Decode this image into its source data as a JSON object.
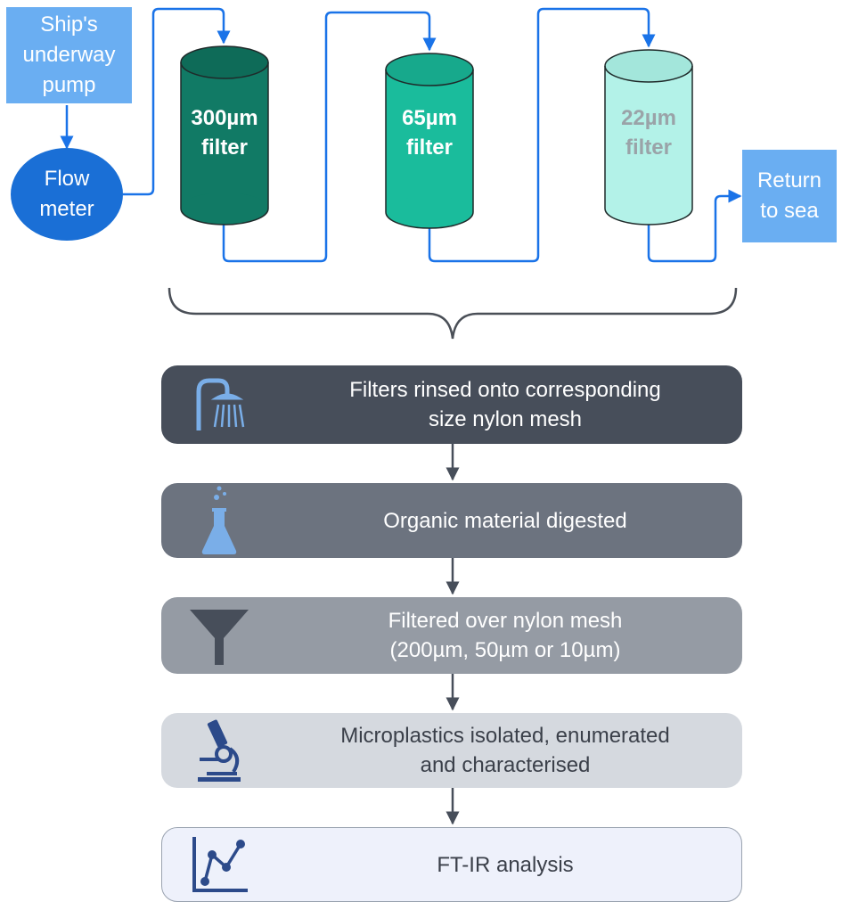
{
  "flow": {
    "pump_label": [
      "Ship's",
      "underway",
      "pump"
    ],
    "flow_meter_label": [
      "Flow",
      "meter"
    ],
    "return_label": [
      "Return",
      "to sea"
    ],
    "filters": [
      {
        "size": "300µm",
        "word": "filter",
        "color": "#117a65"
      },
      {
        "size": "65µm",
        "word": "filter",
        "color": "#1abc9c"
      },
      {
        "size": "22µm",
        "word": "filter",
        "color": "#b3f2e8"
      }
    ]
  },
  "steps": [
    {
      "lines": [
        "Filters rinsed onto corresponding",
        "size nylon mesh"
      ],
      "icon": "shower-icon",
      "bg": "#474e5a",
      "fg": "#ffffff"
    },
    {
      "lines": [
        "Organic material digested"
      ],
      "icon": "flask-icon",
      "bg": "#6c737f",
      "fg": "#ffffff"
    },
    {
      "lines": [
        "Filtered over nylon mesh",
        "(200µm, 50µm or 10µm)"
      ],
      "icon": "funnel-icon",
      "bg": "#959ba4",
      "fg": "#ffffff"
    },
    {
      "lines": [
        "Microplastics isolated, enumerated",
        "and characterised"
      ],
      "icon": "microscope-icon",
      "bg": "#d5d9df",
      "fg": "#3b404a"
    },
    {
      "lines": [
        "FT-IR analysis"
      ],
      "icon": "line-chart-icon",
      "bg": "#eef1fb",
      "fg": "#3b404a"
    }
  ],
  "colors": {
    "arrow_blue": "#1a73e8",
    "light_blue_box": "#6aaef2",
    "flow_meter": "#1a6fd6",
    "brace": "#4a4f57",
    "step_arrow": "#474e5a",
    "icon_blue": "#7aaee8",
    "icon_dark": "#2c4a8a"
  }
}
